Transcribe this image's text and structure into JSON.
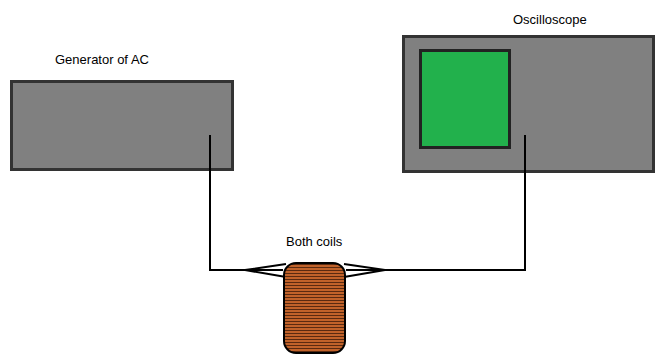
{
  "diagram": {
    "nodes": [
      {
        "text": [
          "Generator of AC"
        ]
      },
      {
        "text": [
          "Oscilloscope"
        ]
      },
      {
        "text": [
          "Both coils"
        ]
      }
    ],
    "edges": [
      {
        "from": 0,
        "to": 2,
        "arrow": "none"
      },
      {
        "from": 1,
        "to": 2,
        "arrow": "none"
      }
    ]
  }
}
